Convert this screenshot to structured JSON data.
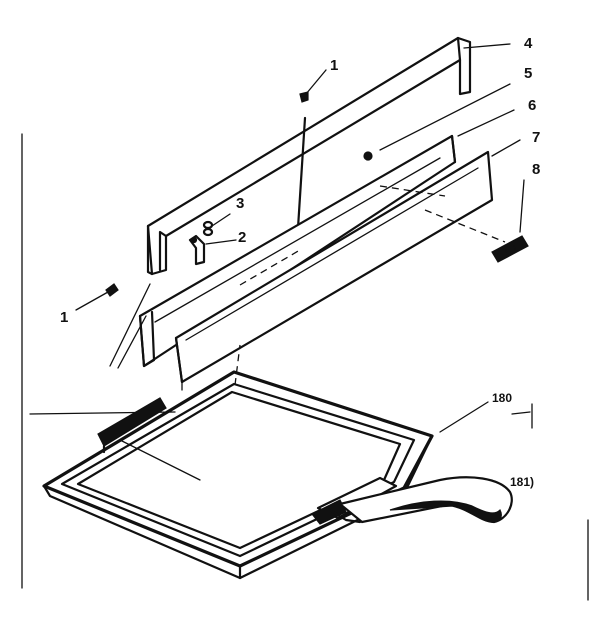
{
  "callouts": {
    "c1_top": "1",
    "c1_left": "1",
    "c2": "2",
    "c3": "3",
    "c4": "4",
    "c5": "5",
    "c6": "6",
    "c7": "7",
    "c8": "8",
    "c180": "180",
    "c181": "181)"
  }
}
